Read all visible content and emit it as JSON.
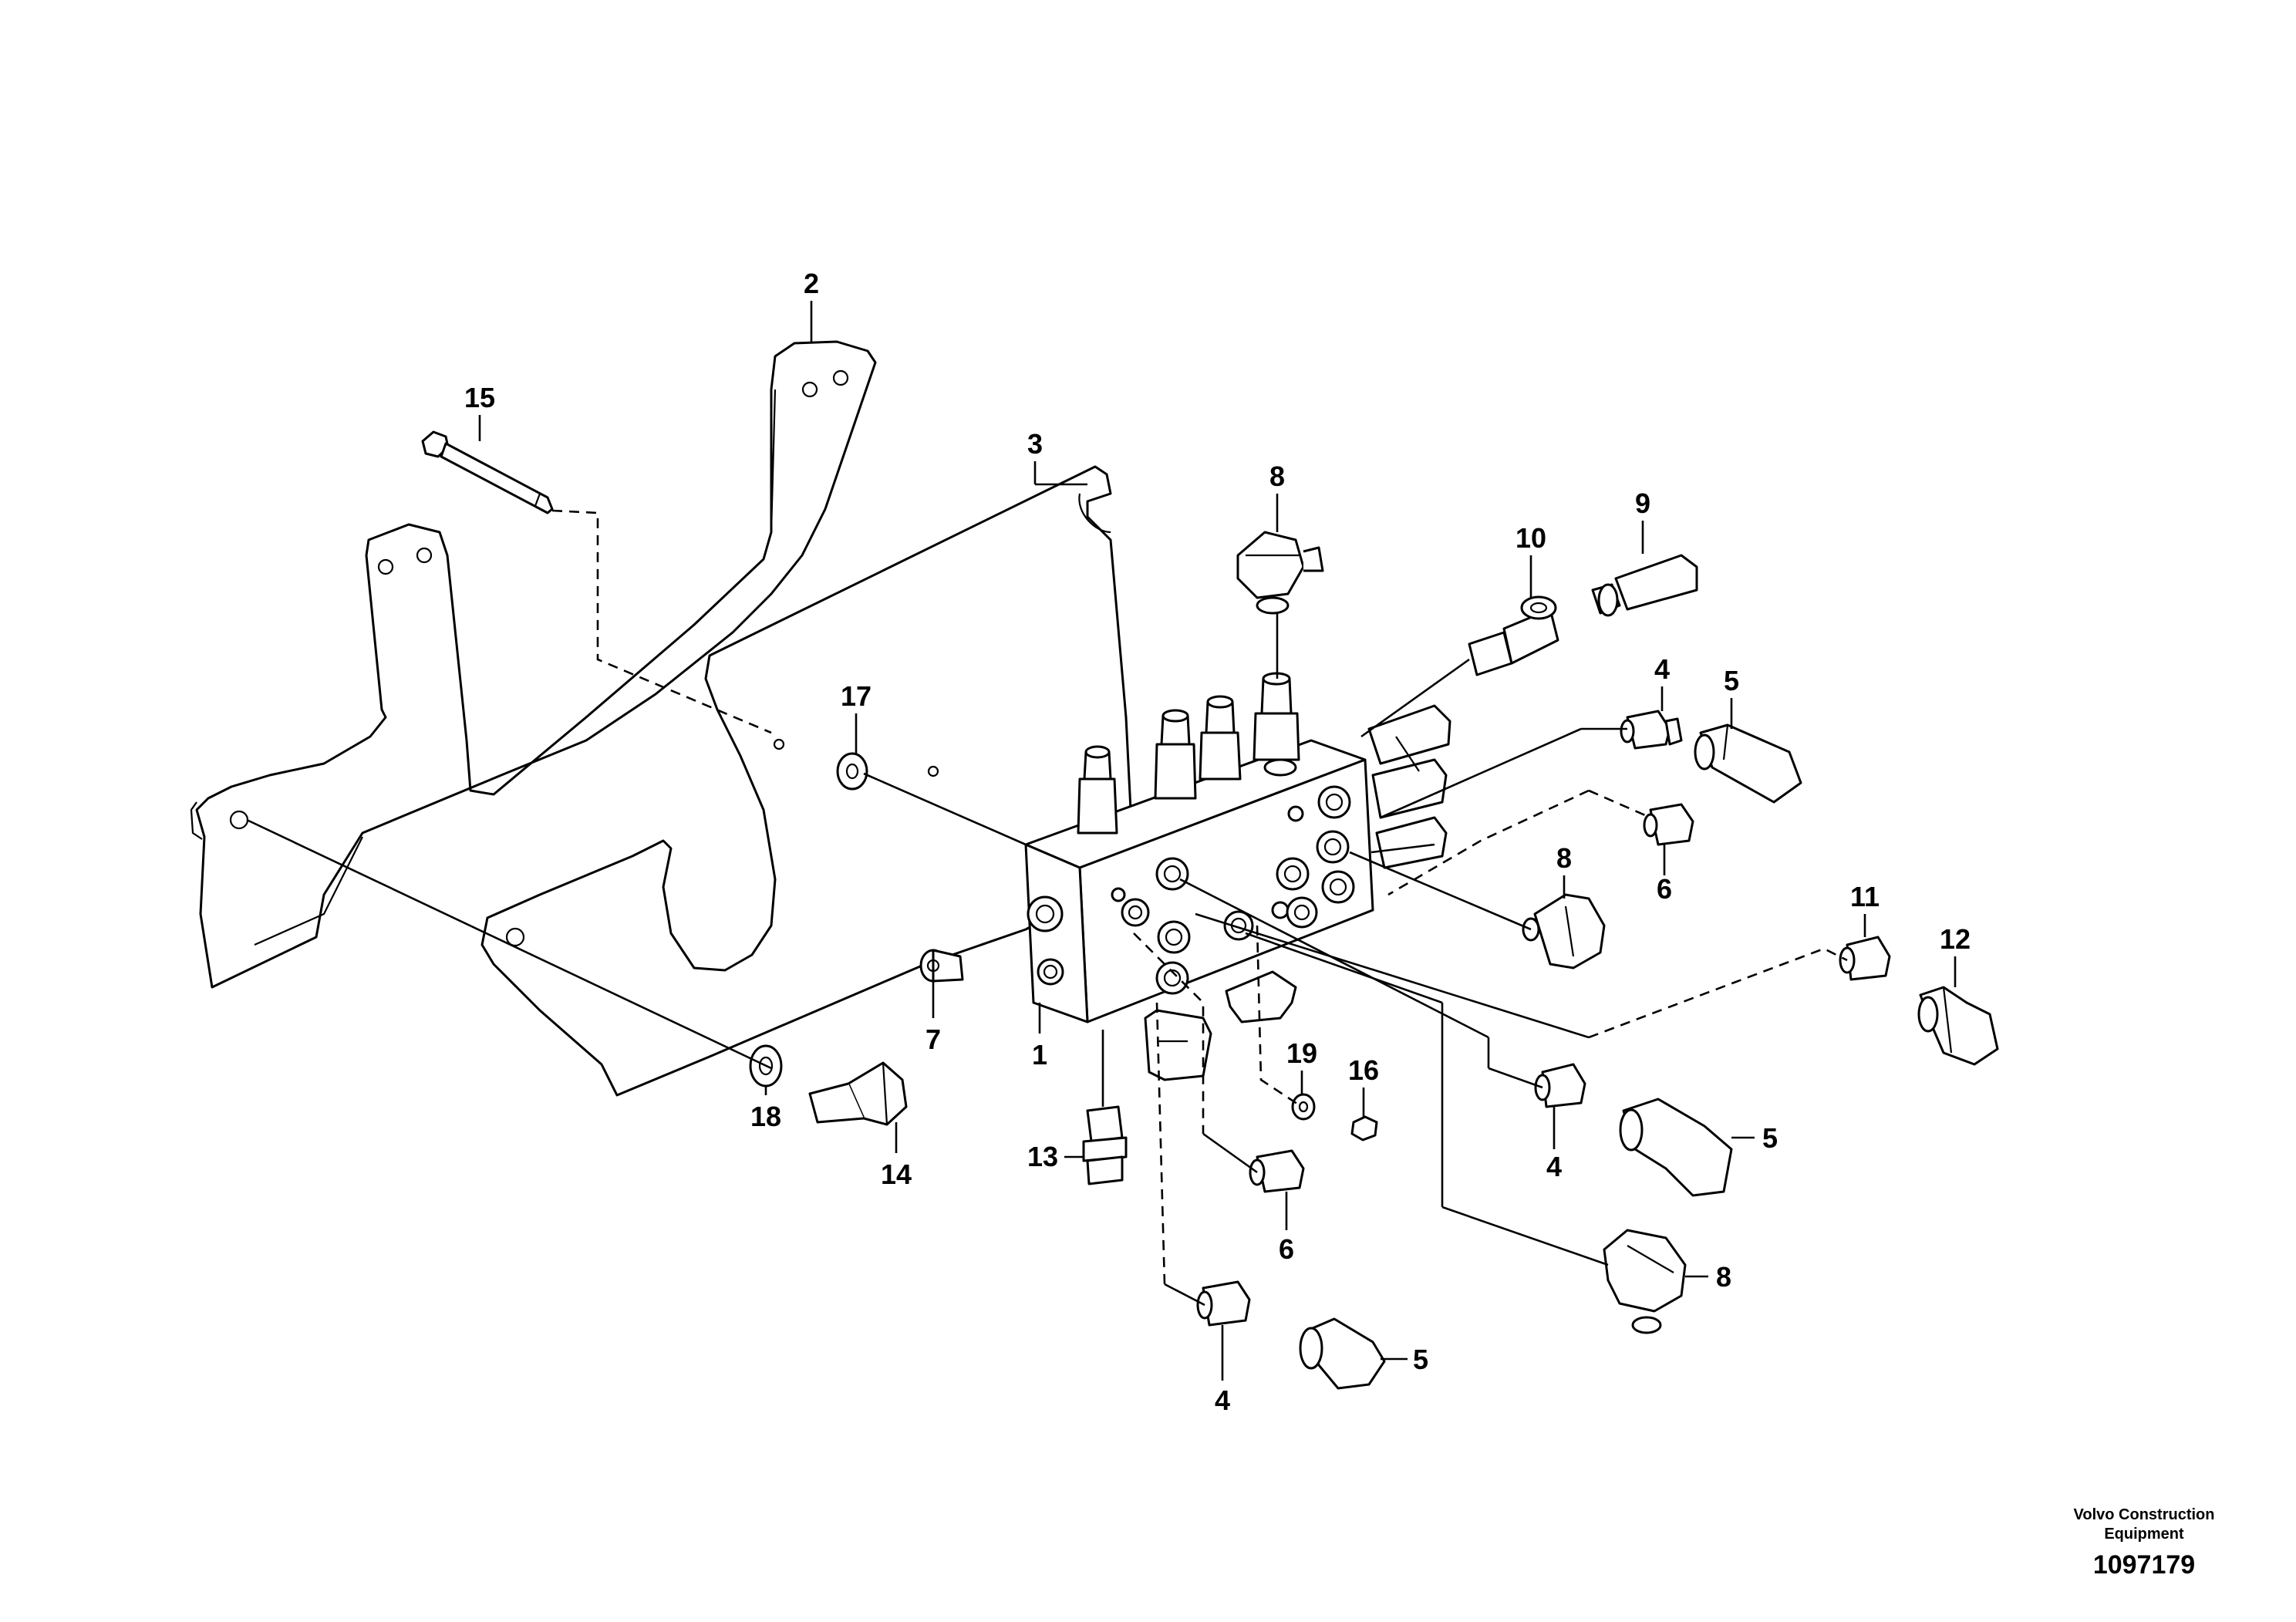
{
  "callouts": {
    "c1": "1",
    "c2": "2",
    "c3": "3",
    "c4a": "4",
    "c4b": "4",
    "c4c": "4",
    "c5a": "5",
    "c5b": "5",
    "c5c": "5",
    "c6a": "6",
    "c6b": "6",
    "c7": "7",
    "c8a": "8",
    "c8b": "8",
    "c8c": "8",
    "c9": "9",
    "c10": "10",
    "c11": "11",
    "c12": "12",
    "c13": "13",
    "c14": "14",
    "c15": "15",
    "c16": "16",
    "c17": "17",
    "c18": "18",
    "c19": "19"
  },
  "footer": {
    "brand_line1": "Volvo Construction",
    "brand_line2": "Equipment",
    "drawing_number": "1097179"
  }
}
